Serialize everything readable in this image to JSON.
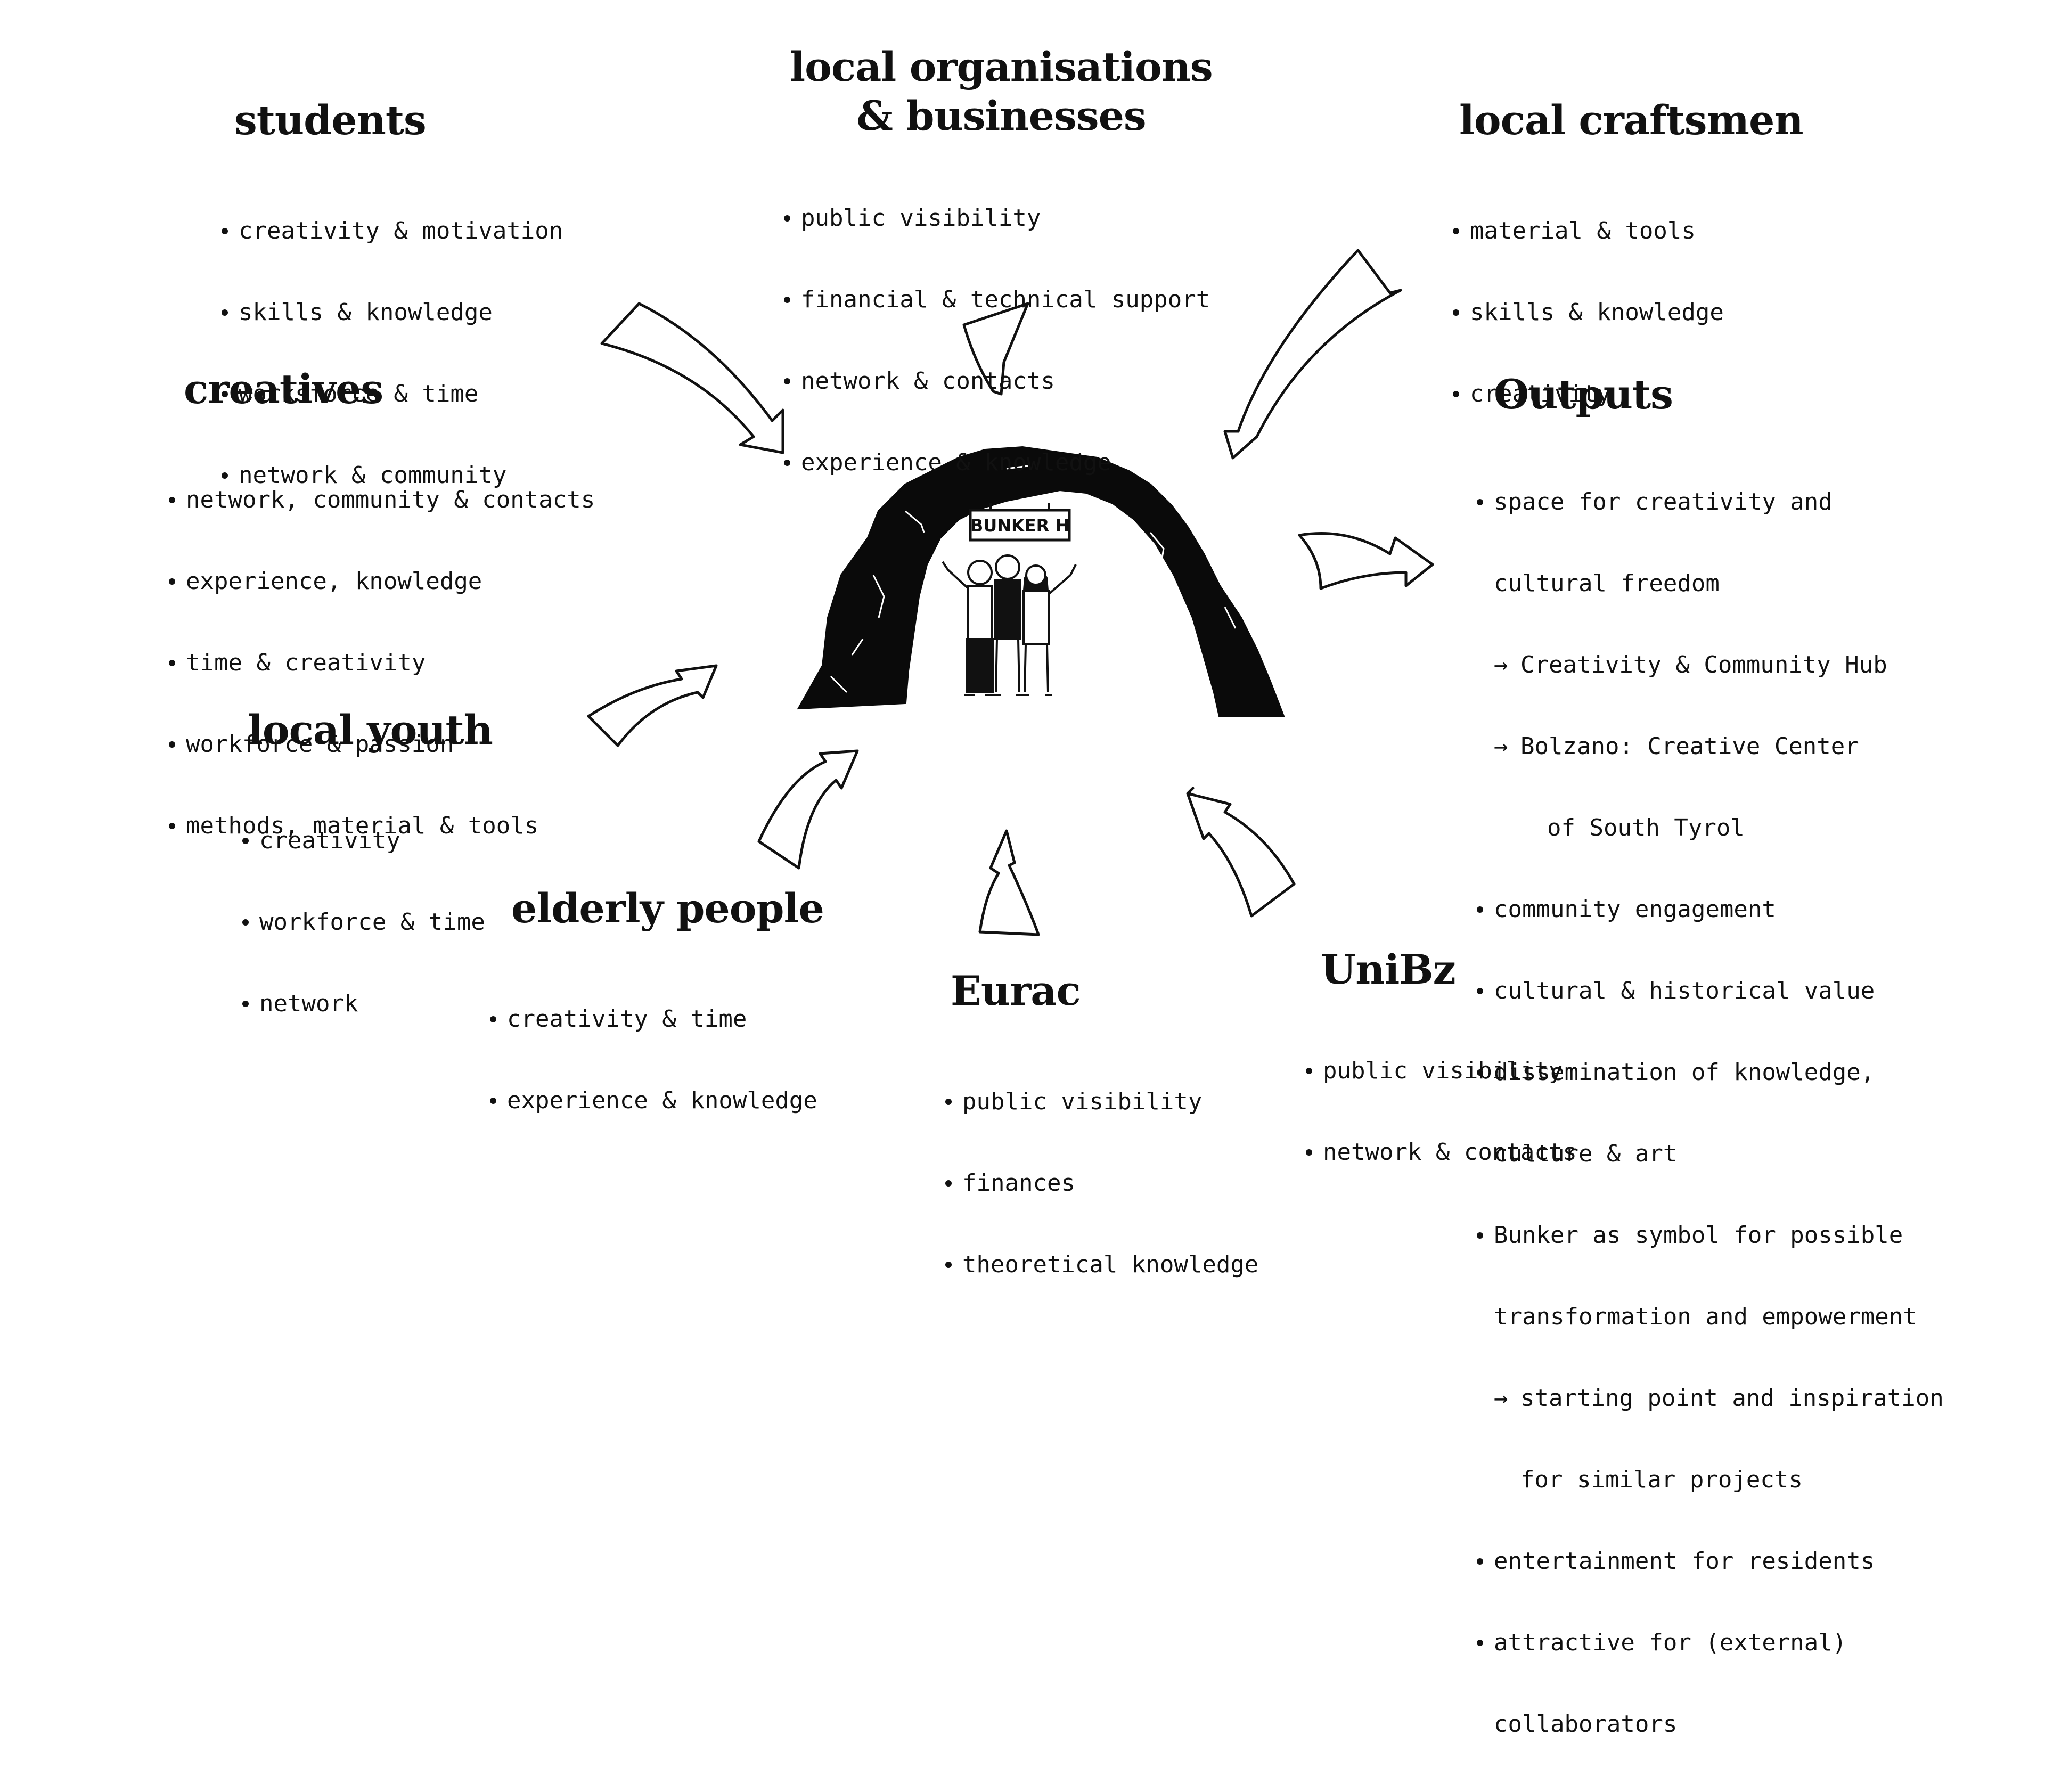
{
  "center_sign": "BUNKER H",
  "groups": {
    "students": {
      "title": "students",
      "items": [
        "creativity & motivation",
        "skills & knowledge",
        "worksforce & time",
        "network & community"
      ]
    },
    "local_orgs": {
      "title_line1": "local organisations",
      "title_line2": "& businesses",
      "items": [
        "public visibility",
        "financial & technical support",
        "network & contacts",
        "experience & knowledge"
      ]
    },
    "craftsmen": {
      "title": "local craftsmen",
      "items": [
        "material & tools",
        "skills & knowledge",
        "creativity"
      ]
    },
    "creatives": {
      "title": "creatives",
      "items": [
        "network, community & contacts",
        "experience, knowledge",
        "time & creativity",
        "workforce & passion",
        "methods, material & tools"
      ]
    },
    "local_youth": {
      "title": "local youth",
      "items": [
        "creativity",
        "workforce & time",
        "network"
      ]
    },
    "elderly": {
      "title": "elderly people",
      "items": [
        "creativity & time",
        "experience & knowledge"
      ]
    },
    "eurac": {
      "title": "Eurac",
      "items": [
        "public visibility",
        "finances",
        "theoretical knowledge"
      ]
    },
    "unibz": {
      "title": "UniBz",
      "items": [
        "public visibility",
        "network & contacts"
      ]
    },
    "outputs": {
      "title": "Outputs",
      "items": [
        "space for creativity and",
        "cultural freedom",
        "Creativity & Community Hub",
        "Bolzano: Creative Center",
        "of South Tyrol",
        "community engagement",
        "cultural & historical value",
        "dissemination of knowledge,",
        "culture & art",
        "Bunker as symbol for possible",
        "transformation and empowerment",
        "starting point and inspiration",
        "for similar projects",
        "entertainment for residents",
        "attractive for (external)",
        "collaborators"
      ],
      "arrow_mark": "→"
    }
  }
}
